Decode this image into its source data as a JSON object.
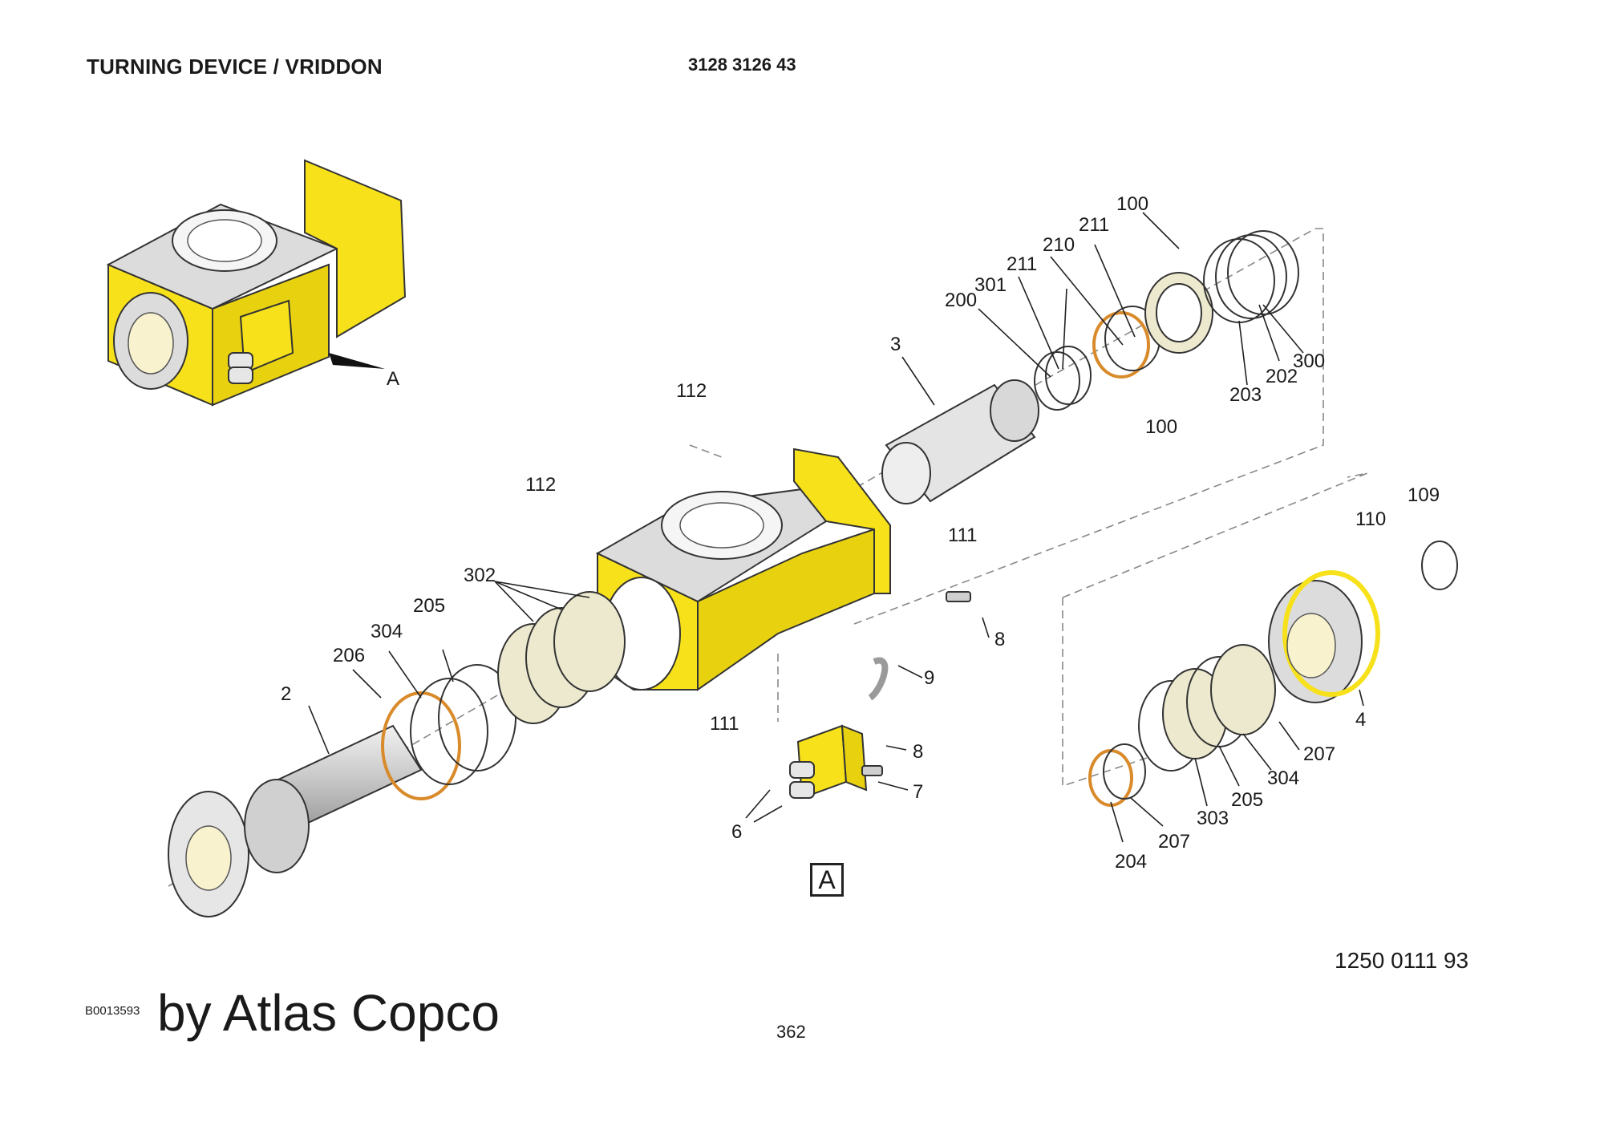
{
  "header": {
    "title": "TURNING DEVICE / VRIDDON",
    "document_number": "3128 3126 43"
  },
  "footer": {
    "part_number": "1250 0111 93",
    "image_id": "B0013593",
    "brand": "by Atlas Copco",
    "page_number": "362"
  },
  "detail_view": {
    "marker": "A",
    "box_label": "A"
  },
  "callouts": {
    "c2": "2",
    "c3": "3",
    "c4": "4",
    "c6": "6",
    "c7": "7",
    "c8a": "8",
    "c8b": "8",
    "c9": "9",
    "c100a": "100",
    "c100b": "100",
    "c109": "109",
    "c110": "110",
    "c111a": "111",
    "c111b": "111",
    "c112a": "112",
    "c112b": "112",
    "c200": "200",
    "c202": "202",
    "c203": "203",
    "c204": "204",
    "c205a": "205",
    "c205b": "205",
    "c206": "206",
    "c207a": "207",
    "c207b": "207",
    "c210": "210",
    "c211a": "211",
    "c211b": "211",
    "c300": "300",
    "c301": "301",
    "c302": "302",
    "c303": "303",
    "c304a": "304",
    "c304b": "304"
  },
  "colors": {
    "housing_yellow": "#f6e11a",
    "housing_grey": "#dcdcdc",
    "ring_cream": "#ece9cf",
    "oring_orange": "#d98a2a",
    "metal_grey": "#cfcfcf"
  }
}
